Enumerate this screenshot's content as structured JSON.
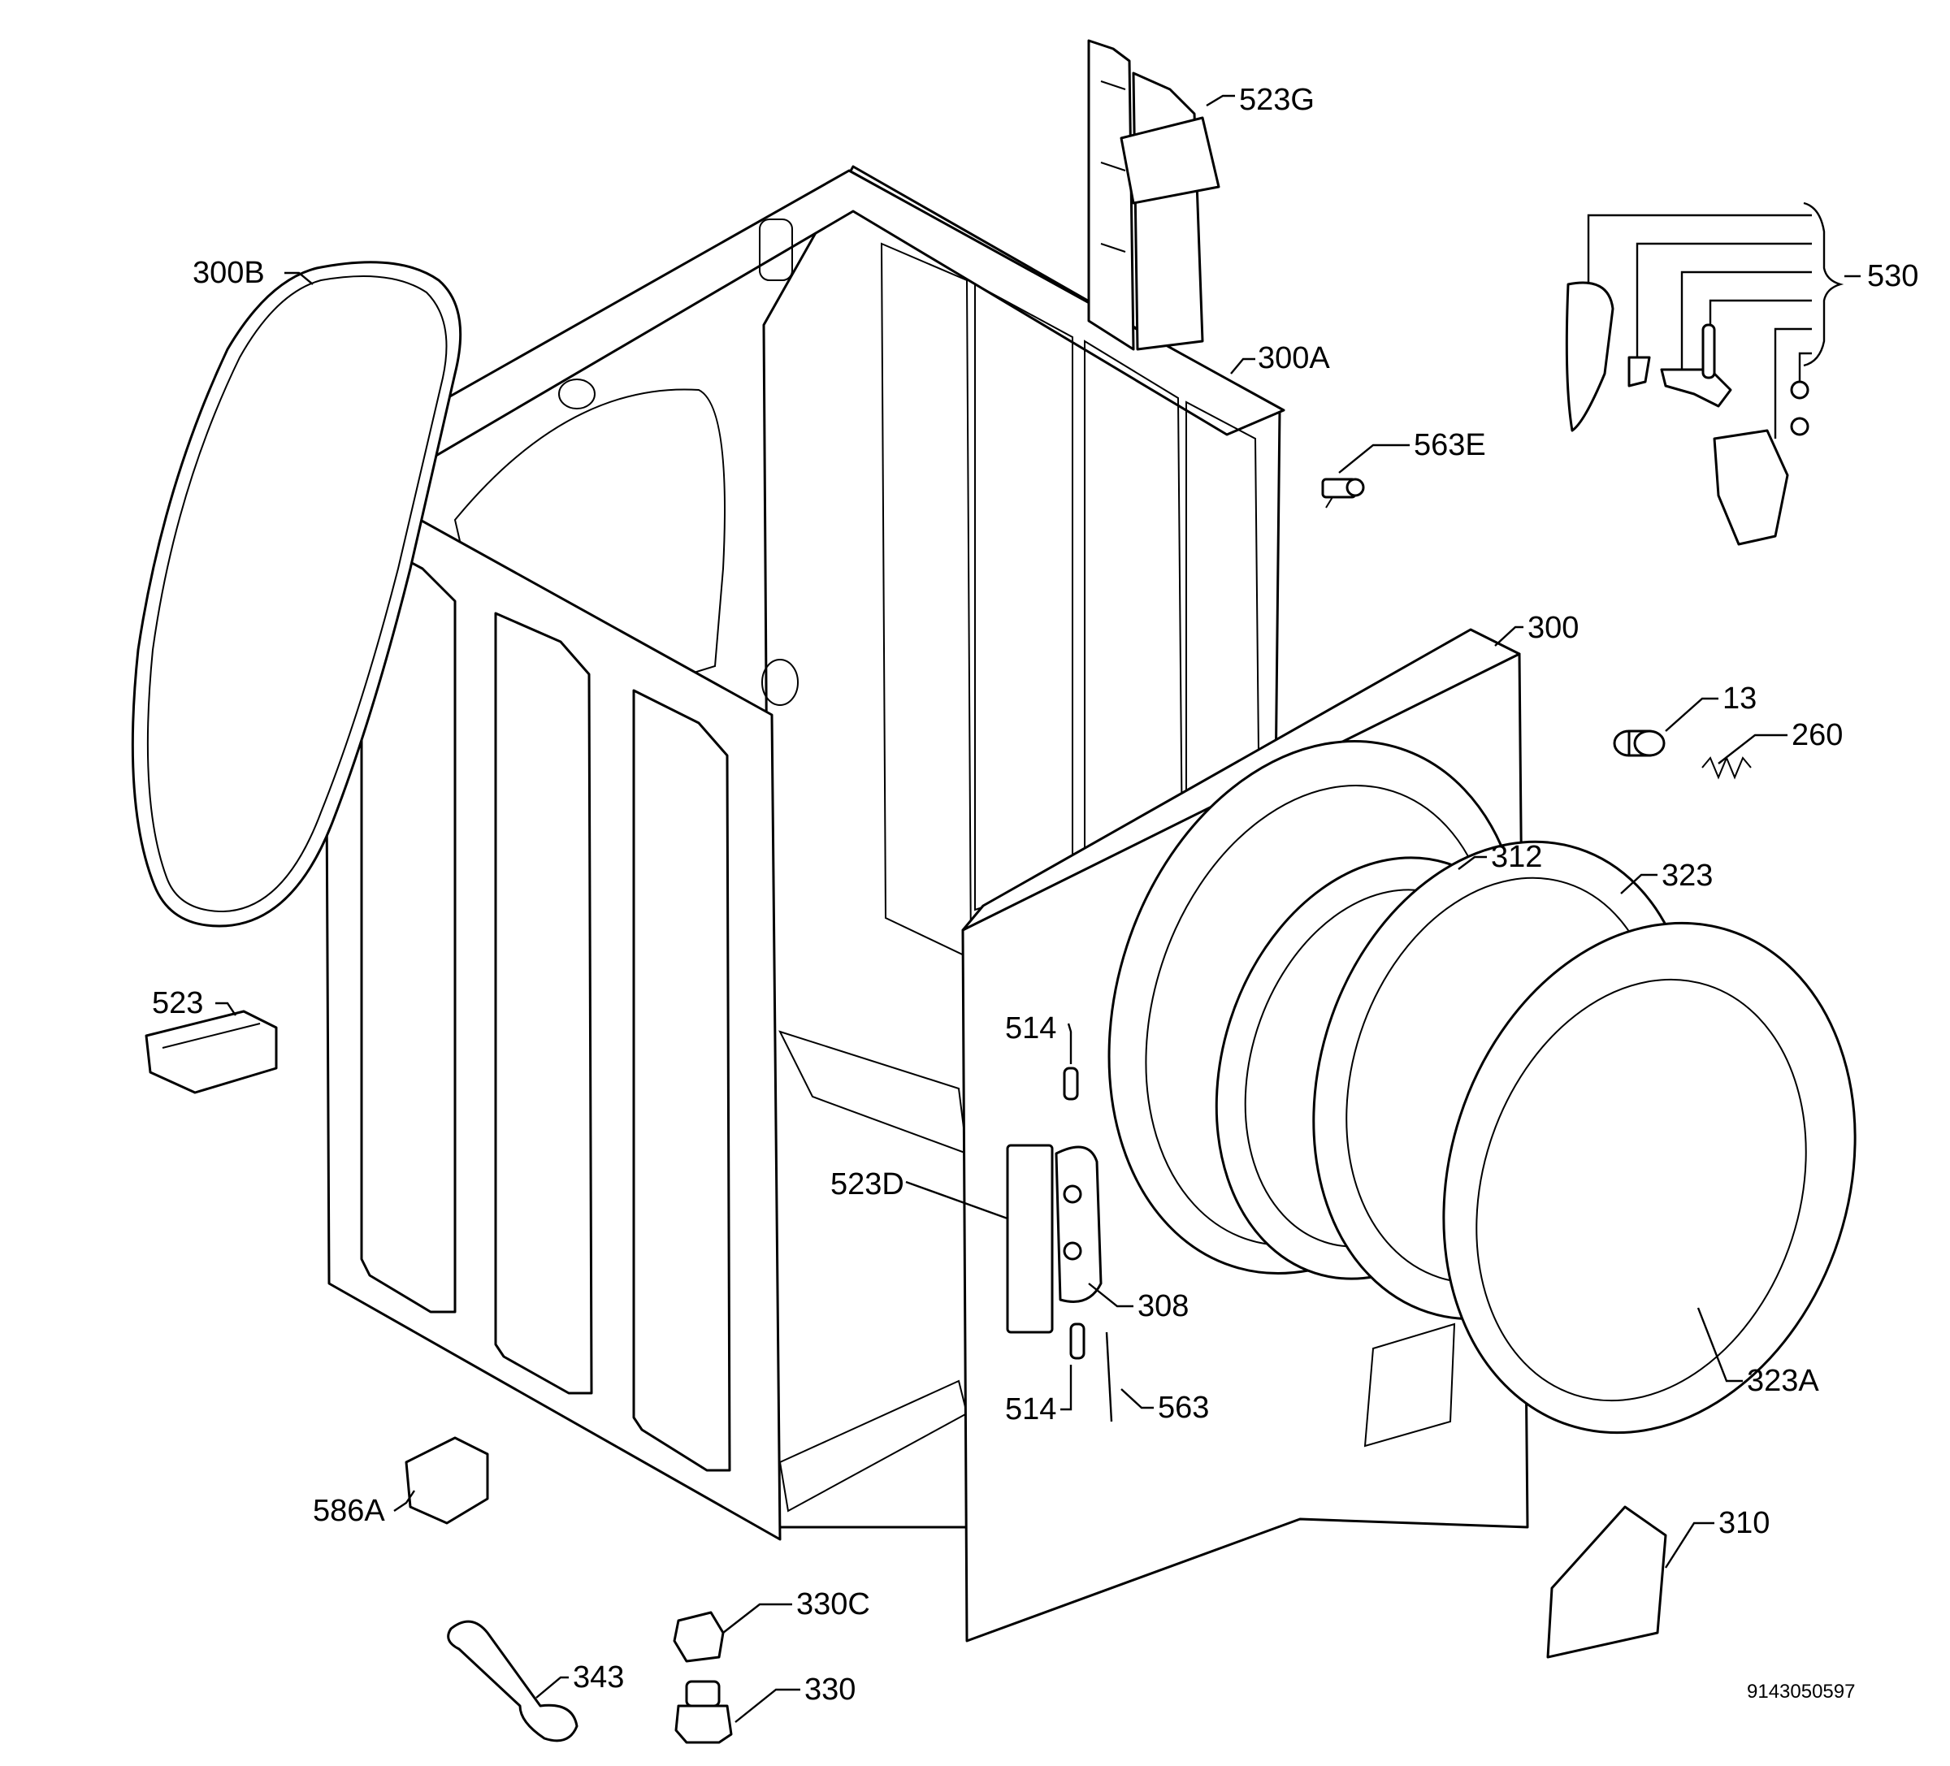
{
  "diagram_number": "9143050597",
  "labels": {
    "l523G": "523G",
    "l530": "530",
    "l300B": "300B",
    "l300A": "300A",
    "l563E": "563E",
    "l300": "300",
    "l13": "13",
    "l260": "260",
    "l312": "312",
    "l323": "323",
    "l523": "523",
    "l514a": "514",
    "l523D": "523D",
    "l308": "308",
    "l514b": "514",
    "l563": "563",
    "l323A": "323A",
    "l586A": "586A",
    "l310": "310",
    "l330C": "330C",
    "l343": "343",
    "l330": "330"
  }
}
